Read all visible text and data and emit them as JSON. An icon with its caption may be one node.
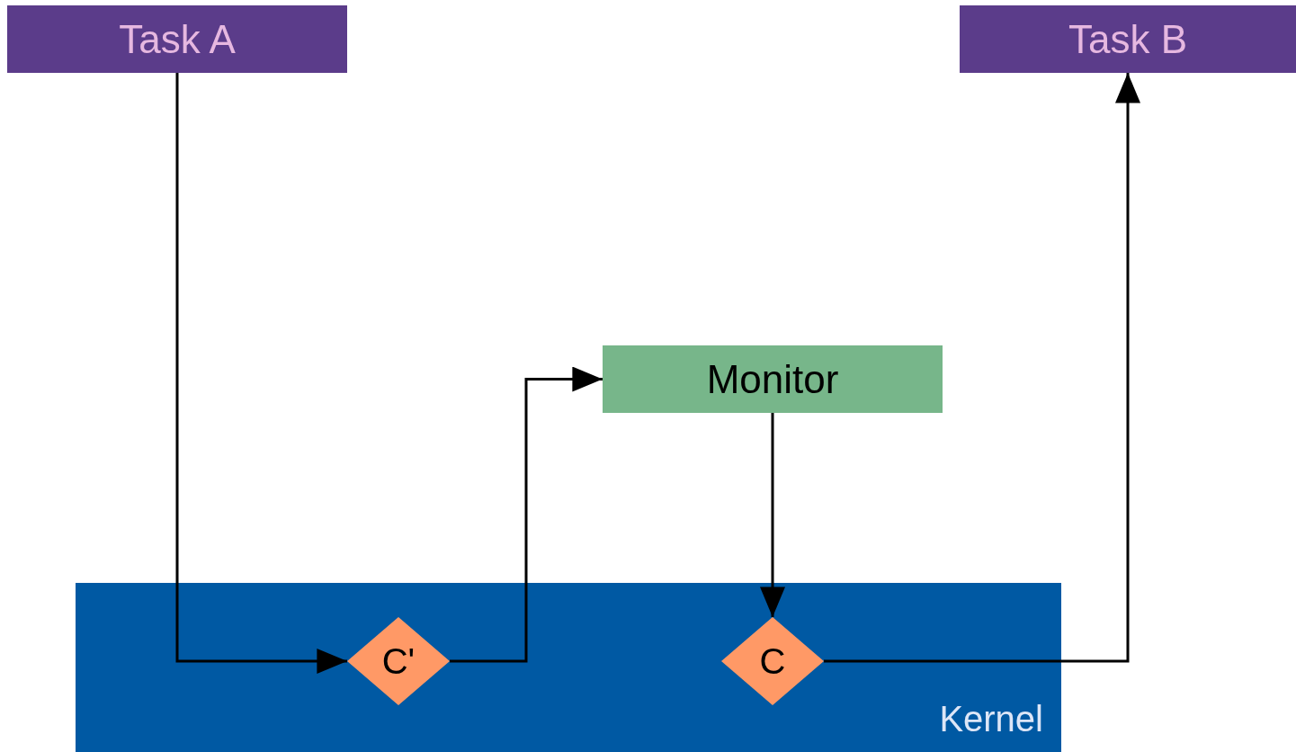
{
  "diagram": {
    "nodes": [
      {
        "text": [
          "Task A"
        ]
      },
      {
        "text": [
          "Task B"
        ]
      },
      {
        "text": [
          "Monitor"
        ]
      },
      {
        "text": [
          "Kernel"
        ]
      },
      {
        "text": [
          "C'"
        ],
        "in": 3
      },
      {
        "text": [
          "C"
        ],
        "in": 3
      }
    ],
    "edges": [
      {
        "from": 0,
        "to": 4,
        "arrow": "to"
      },
      {
        "from": 4,
        "to": 2,
        "arrow": "to"
      },
      {
        "from": 2,
        "to": 5,
        "arrow": "to"
      },
      {
        "from": 5,
        "to": 1,
        "arrow": "to"
      }
    ]
  }
}
